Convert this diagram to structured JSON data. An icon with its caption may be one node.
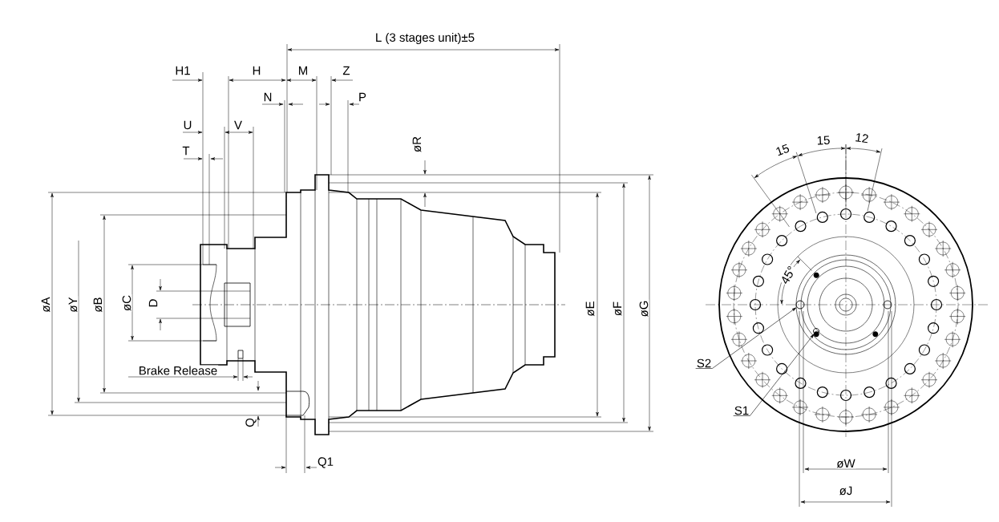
{
  "diagram": {
    "nodes": [
      {
        "text": [
          "S2"
        ]
      },
      {
        "text": [
          "S1"
        ]
      },
      {
        "text": [],
        "shape": "circle"
      },
      {
        "text": [],
        "shape": "circle"
      }
    ],
    "edges": [
      {
        "from": 0,
        "to": 2,
        "arrow": "to"
      },
      {
        "from": 1,
        "to": 3,
        "arrow": "to"
      }
    ],
    "labels": [
      "L (3 stages unit)±5",
      "H1",
      "H",
      "M",
      "Z",
      "N",
      "P",
      "U",
      "V",
      "T",
      "øR",
      "15",
      "15",
      "12",
      "øA",
      "øY",
      "øB",
      "øC",
      "D",
      "øE",
      "øF",
      "øG",
      "45°",
      "Brake Release",
      "Q",
      "Q1",
      "øW",
      "øJ"
    ]
  }
}
